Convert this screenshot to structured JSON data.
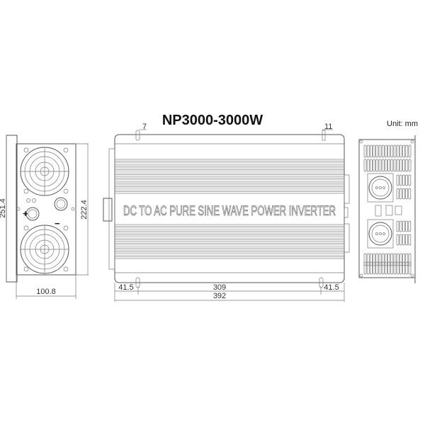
{
  "title": "NP3000-3000W",
  "unit_label": "Unit: mm",
  "banner_text": "DC TO AC PURE SINE WAVE POWER INVERTER",
  "front_view": {
    "dims": {
      "height_outer": "251.4",
      "height_inner": "222.4",
      "width": "100.8"
    },
    "plus_label": "+",
    "minus_label": "−"
  },
  "side_view": {
    "dims": {
      "top_left": "7",
      "top_right": "11",
      "left_offset": "41.5",
      "span": "309",
      "right_offset": "41.5",
      "length": "392"
    }
  },
  "colors": {
    "line": "#555555",
    "text": "#111111"
  }
}
